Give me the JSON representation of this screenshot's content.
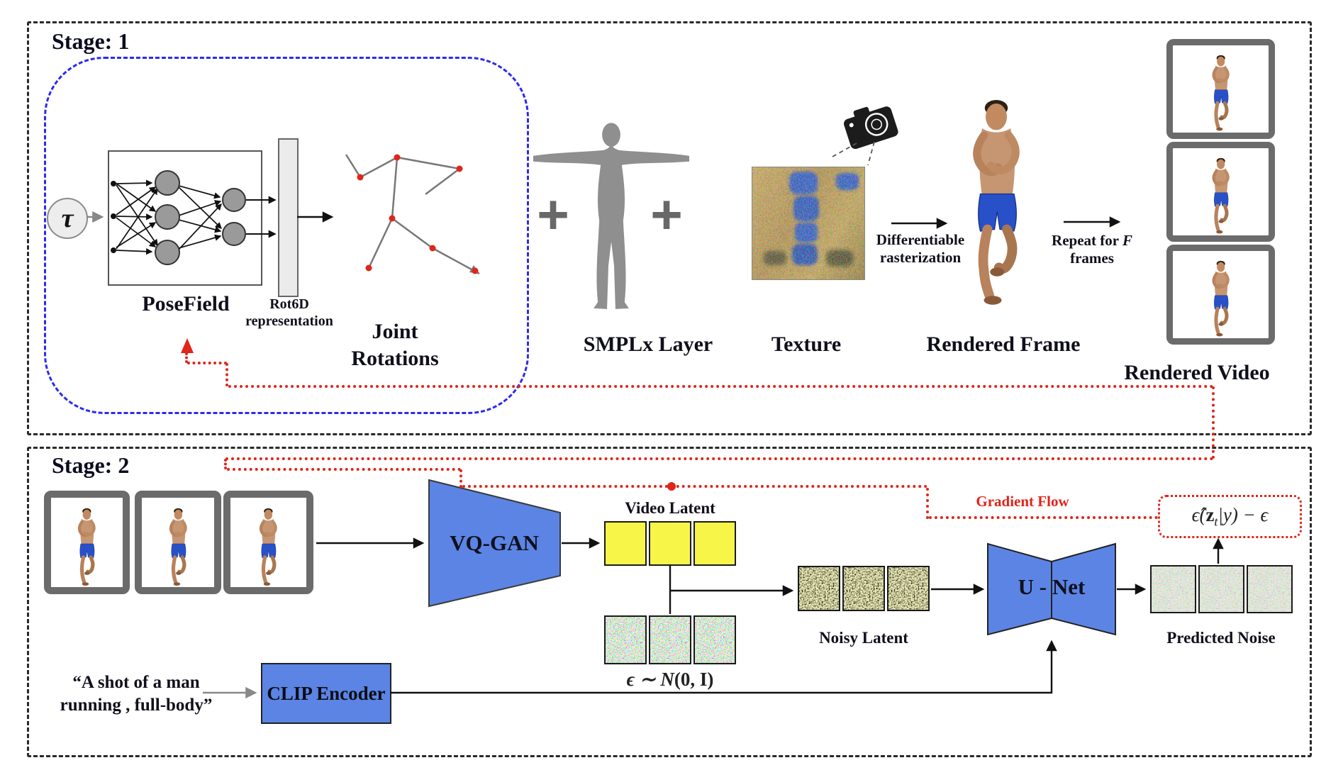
{
  "stage1": {
    "label": "Stage: 1",
    "tau": "τ",
    "posefield_label": "PoseField",
    "rot6d_line1": "Rot6D",
    "rot6d_line2": "representation",
    "joint_line1": "Joint",
    "joint_line2": "Rotations",
    "plus": "+",
    "smplx_label": "SMPLx Layer",
    "texture_label": "Texture",
    "diff_line1": "Differentiable",
    "diff_line2": "rasterization",
    "rendered_frame_label": "Rendered Frame",
    "repeat_pre": "Repeat for ",
    "repeat_f": "F",
    "repeat_line2": "frames",
    "rendered_video_label": "Rendered Video"
  },
  "stage2": {
    "label": "Stage: 2",
    "vqgan_label": "VQ-GAN",
    "video_latent_label": "Video Latent",
    "noise_eps": "ϵ",
    "noise_sim": " ∼ ",
    "noise_n": "N",
    "noise_args": "(0, I)",
    "noisy_latent_label": "Noisy Latent",
    "unet_label": "U - Net",
    "predicted_noise_label": "Predicted Noise",
    "loss_pre": "ϵ̂(",
    "loss_z": "z",
    "loss_sub": "t",
    "loss_post": "|y) − ϵ",
    "gradient_flow_label": "Gradient Flow",
    "clip_label": "CLIP Encoder",
    "prompt_line1": "“A shot of a man",
    "prompt_line2": "running , full-body”"
  },
  "colors": {
    "accent_blue": "#5b84e4",
    "gradient_red": "#e0251a",
    "pose_dash_blue": "#2b2bf0",
    "latent_yellow": "#f8f549",
    "frame_gray": "#6b6b6b"
  }
}
